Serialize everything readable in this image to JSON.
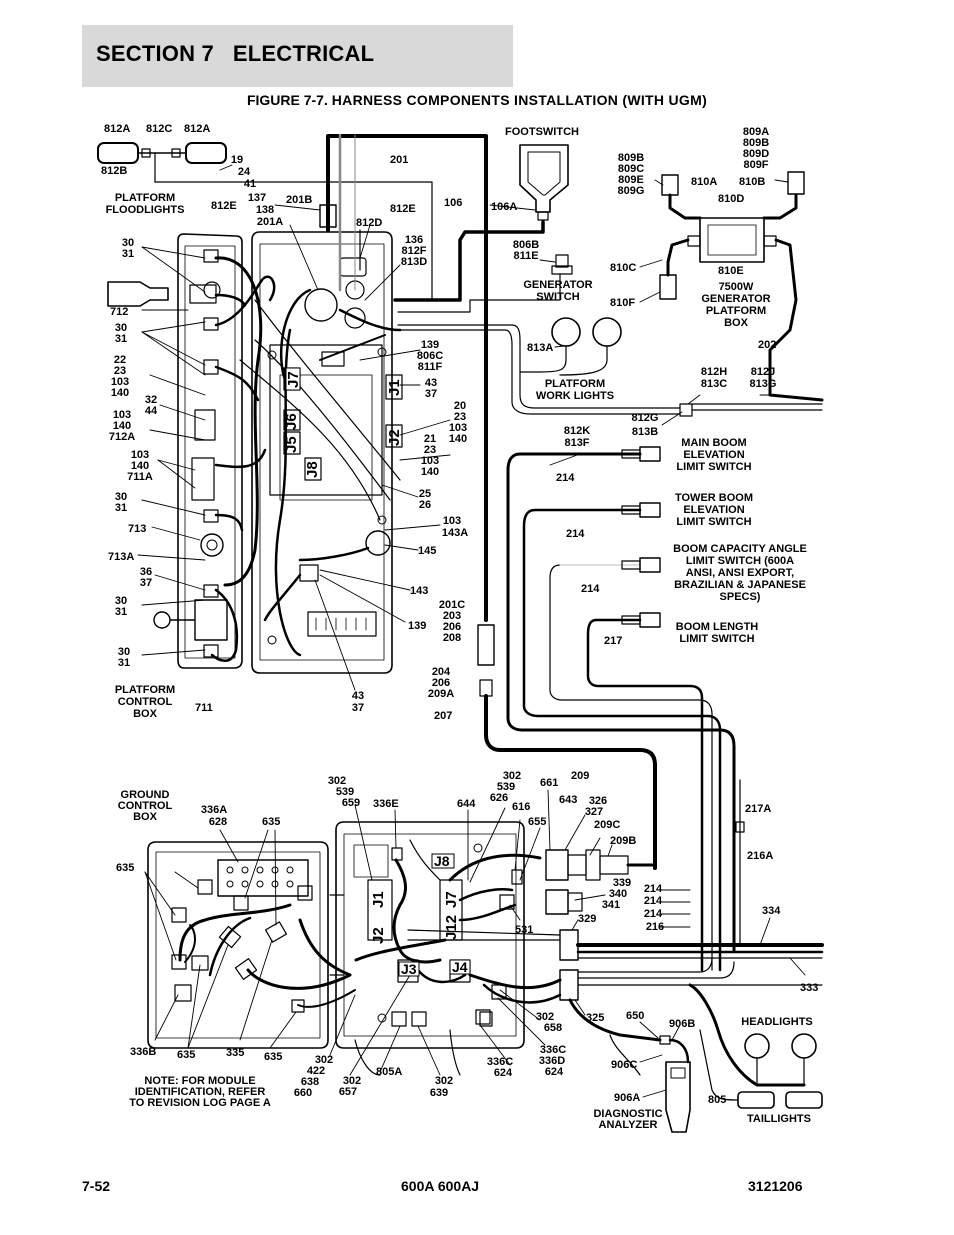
{
  "header": {
    "section_label": "SECTION 7",
    "section_name": "ELECTRICAL"
  },
  "figure": {
    "number": "FIGURE 7-7.",
    "title": "HARNESS COMPONENTS INSTALLATION (WITH UGM)"
  },
  "footer": {
    "page": "7-52",
    "model": "600A 600AJ",
    "part_number": "3121206"
  },
  "components": {
    "platform_floodlights": [
      "PLATFORM",
      "FLOODLIGHTS"
    ],
    "footswitch": "FOOTSWITCH",
    "generator_switch": [
      "GENERATOR",
      "SWITCH"
    ],
    "generator_box": [
      "7500W",
      "GENERATOR",
      "PLATFORM",
      "BOX"
    ],
    "platform_work_lights": [
      "PLATFORM",
      "WORK LIGHTS"
    ],
    "main_boom_switch": [
      "MAIN BOOM",
      "ELEVATION",
      "LIMIT SWITCH"
    ],
    "tower_boom_switch": [
      "TOWER BOOM",
      "ELEVATION",
      "LIMIT SWITCH"
    ],
    "boom_capacity_switch": [
      "BOOM CAPACITY ANGLE",
      "LIMIT SWITCH (600A",
      "ANSI, ANSI EXPORT,",
      "BRAZILIAN & JAPANESE",
      "SPECS)"
    ],
    "boom_length_switch": [
      "BOOM LENGTH",
      "LIMIT SWITCH"
    ],
    "platform_control_box": [
      "PLATFORM",
      "CONTROL",
      "BOX"
    ],
    "ground_control_box": [
      "GROUND",
      "CONTROL",
      "BOX"
    ],
    "headlights": "HEADLIGHTS",
    "taillights": "TAILLIGHTS",
    "diagnostic_analyzer": [
      "DIAGNOSTIC",
      "ANALYZER"
    ],
    "note": [
      "NOTE: FOR MODULE",
      "IDENTIFICATION, REFER",
      "TO REVISION LOG PAGE A"
    ]
  },
  "connectors": [
    "J1",
    "J2",
    "J5",
    "J6",
    "J7",
    "J8",
    "J8",
    "J1",
    "J2",
    "J7",
    "J12",
    "J3",
    "J4"
  ],
  "wire_labels": {
    "l812a_1": "812A",
    "l812c": "812C",
    "l812a_2": "812A",
    "l812b": "812B",
    "l19": [
      "19",
      "24",
      "41"
    ],
    "l812e_a": "812E",
    "l201b": "201B",
    "l137": [
      "137",
      "138",
      "201A"
    ],
    "l812d": "812D",
    "l201": "201",
    "l812e_b": "812E",
    "l136": [
      "136",
      "812F",
      "813D"
    ],
    "l106": "106",
    "l106a": "106A",
    "l806b": [
      "806B",
      "811E"
    ],
    "l809b": [
      "809B",
      "809C",
      "809E",
      "809G"
    ],
    "l809a": [
      "809A",
      "809B",
      "809D",
      "809F"
    ],
    "l810a": "810A",
    "l810b": "810B",
    "l810d": "810D",
    "l810c": "810C",
    "l810e": "810E",
    "l810f": "810F",
    "l202": "202",
    "l813a": "813A",
    "l812h": [
      "812H",
      "813C"
    ],
    "l812j": [
      "812J",
      "813G"
    ],
    "l812g": [
      "812G",
      "813B"
    ],
    "l812k": [
      "812K",
      "813F"
    ],
    "l214_1": "214",
    "l214_2": "214",
    "l214_3": "214",
    "l217": "217",
    "l3031_1": [
      "30",
      "31"
    ],
    "l712": "712",
    "l3031_2": [
      "30",
      "31"
    ],
    "l22": [
      "22",
      "23",
      "103",
      "140"
    ],
    "l32": [
      "32",
      "44"
    ],
    "l103a": [
      "103",
      "140",
      "712A"
    ],
    "l103b": [
      "103",
      "140",
      "711A"
    ],
    "l3031_3": [
      "30",
      "31"
    ],
    "l713": "713",
    "l713a": "713A",
    "l36": [
      "36",
      "37"
    ],
    "l3031_4": [
      "30",
      "31"
    ],
    "l3031_5": [
      "30",
      "31"
    ],
    "l711": "711",
    "l139a": [
      "139",
      "806C",
      "811F"
    ],
    "l4337a": [
      "43",
      "37"
    ],
    "l20": [
      "20",
      "23",
      "103",
      "140"
    ],
    "l21": [
      "21",
      "23",
      "103",
      "140"
    ],
    "l25": [
      "25",
      "26"
    ],
    "l103c": [
      "103",
      "143A"
    ],
    "l145": "145",
    "l143": "143",
    "l139b": "139",
    "l201c": [
      "201C",
      "203",
      "206",
      "208"
    ],
    "l204": [
      "204",
      "206",
      "209A"
    ],
    "l207": "207",
    "l4337b": [
      "43",
      "37"
    ],
    "l302a": [
      "302",
      "539",
      "659"
    ],
    "l302b": [
      "302",
      "539",
      "626"
    ],
    "l336e": "336E",
    "l644": "644",
    "l616": "616",
    "l661": "661",
    "l643": "643",
    "l655": "655",
    "l326": [
      "326",
      "327"
    ],
    "l209c": "209C",
    "l209b": "209B",
    "l209": "209",
    "l217a": "217A",
    "l216a": "216A",
    "l339": [
      "339",
      "340",
      "341"
    ],
    "l329": "329",
    "l531": "531",
    "l214s": [
      "214",
      "214",
      "214",
      "216"
    ],
    "l334": "334",
    "l333": "333",
    "l336a": [
      "336A",
      "628"
    ],
    "l635a": "635",
    "l635b": "635",
    "l336b": "336B",
    "l635c": "635",
    "l335": "335",
    "l635d": "635",
    "l302c": [
      "302",
      "422",
      "638",
      "660"
    ],
    "l302d": [
      "302",
      "657"
    ],
    "l805a": "805A",
    "l302e": [
      "302",
      "639"
    ],
    "l336c": [
      "336C",
      "624"
    ],
    "l336cd": [
      "336C",
      "336D",
      "624"
    ],
    "l302f": [
      "302",
      "658"
    ],
    "l325": "325",
    "l650": "650",
    "l906b": "906B",
    "l906c": "906C",
    "l906a": "906A",
    "l805": "805"
  }
}
